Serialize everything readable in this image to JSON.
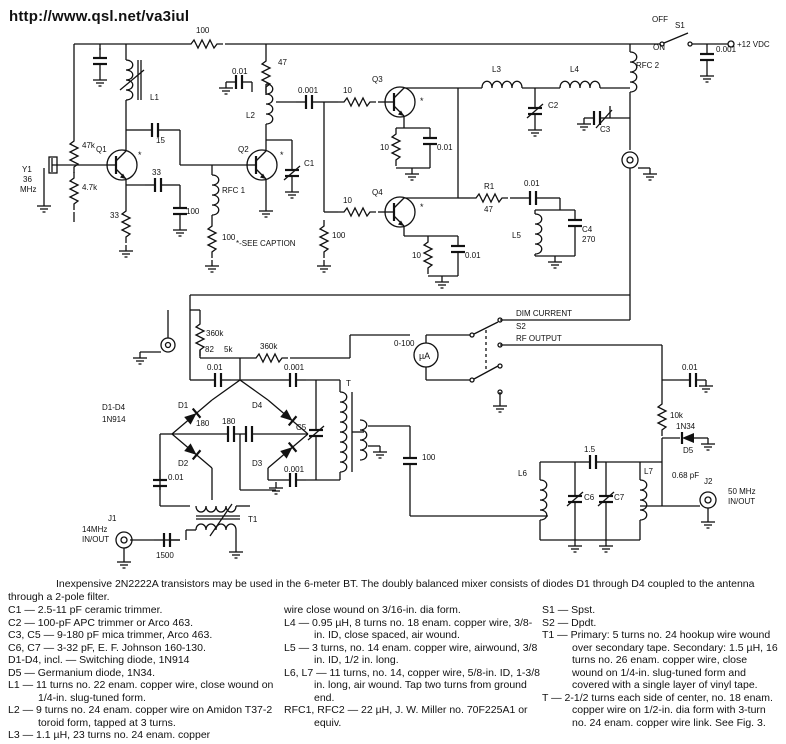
{
  "url": "http://www.qsl.net/va3iul",
  "labels": {
    "off": "OFF",
    "on": "ON",
    "s1": "S1",
    "v12": "+12 VDC",
    "c001a": "0.001",
    "r100top": "100",
    "r47top": "47",
    "c001b": "0.01",
    "l1": "L1",
    "l2": "L2",
    "c15": "15",
    "r47k": "47k",
    "r47k2": "4.7k",
    "y1": "Y1",
    "mhz36": "36",
    "mhz": "MHz",
    "q1": "Q1",
    "q2": "Q2",
    "c33": "33",
    "r33": "33",
    "rfc1": "RFC 1",
    "c100a": "100",
    "r100b": "100",
    "c1": "C1",
    "seecap": "*-SEE CAPTION",
    "c0001c": "0.001",
    "r10a": "10",
    "q3": "Q3",
    "r10b": "10",
    "c001c": "0.01",
    "q4": "Q4",
    "r10c": "10",
    "r100c": "100",
    "r10d": "10",
    "c001d": "0.01",
    "r1": "R1",
    "r47b": "47",
    "c001e": "0.01",
    "l5": "L5",
    "c4": "C4",
    "c270": "270",
    "l3": "L3",
    "l4": "L4",
    "c2": "C2",
    "c3": "C3",
    "rfc2": "RFC 2",
    "star": "*",
    "dimcurrent": "DIM CURRENT",
    "s2": "S2",
    "rfoutput": "RF OUTPUT",
    "r360k": "360k",
    "r82": "82",
    "r5k": "5k",
    "r360k2": "360k",
    "ma": "0-100",
    "mua": "µA",
    "c001f": "0.01",
    "c001g": "0.01",
    "c0001h": "0.001",
    "d1d4": "D1-D4",
    "in914": "1N914",
    "d1": "D1",
    "d4": "D4",
    "d2": "D2",
    "d3": "D3",
    "c180a": "180",
    "c180b": "180",
    "c5": "C5",
    "t": "T",
    "c100b": "100",
    "c001i": "0.01",
    "c0001j": "0.001",
    "t1": "T1",
    "j1": "J1",
    "mhz14": "14MHz",
    "inout": "IN/OUT",
    "c1500": "1500",
    "r10k": "10k",
    "in34": "1N34",
    "d5": "D5",
    "c001k": "0.01",
    "c15b": "1.5",
    "l6": "L6",
    "c6": "C6",
    "c7": "C7",
    "l7": "L7",
    "c068": "0.68 pF",
    "j2": "J2",
    "mhz50": "50 MHz",
    "inout2": "IN/OUT"
  },
  "caption": {
    "lead": "Inexpensive 2N2222A transistors may be used in the 6-meter BT. The doubly balanced mixer consists of diodes D1 through D4 coupled to the antenna through a 2-pole filter.",
    "col1": [
      "C1 — 2.5-11 pF ceramic trimmer.",
      "C2 — 100-pF APC trimmer or Arco 463.",
      "C3, C5 — 9-180 pF mica trimmer, Arco 463.",
      "C6, C7 — 3-32 pF, E. F. Johnson 160-130.",
      "D1-D4, incl. — Switching diode, 1N914",
      "D5 — Germanium diode, 1N34.",
      "L1 — 11 turns no. 22 enam. copper wire, close wound on 1/4-in. slug-tuned form.",
      "L2 — 9 turns no. 24 enam. copper wire on Amidon T37-2 toroid form, tapped at 3 turns.",
      "L3 — 1.1 µH, 23 turns no. 24 enam. copper"
    ],
    "col2": [
      "wire close wound on 3/16-in. dia form.",
      "L4 — 0.95 µH, 8 turns no. 18 enam. copper wire, 3/8-in. ID, close spaced, air wound.",
      "L5 — 3 turns, no. 14 enam. copper wire, airwound, 3/8 in. ID, 1/2 in. long.",
      "L6, L7 — 11 turns, no. 14, copper wire, 5/8-in. ID, 1-3/8 in. long, air wound. Tap two turns from ground end.",
      "RFC1, RFC2 — 22 µH, J. W. Miller no. 70F225A1 or equiv."
    ],
    "col3": [
      "S1 — Spst.",
      "S2 — Dpdt.",
      "T1 — Primary: 5 turns no. 24 hookup wire wound over secondary tape. Secondary: 1.5 µH, 16 turns no. 26 enam. copper wire, close wound on 1/4-in. slug-tuned form and covered with a single layer of vinyl tape.",
      "T — 2-1/2 turns each side of center, no. 18 enam. copper wire on 1/2-in. dia form with 3-turn no. 24 enam. copper wire link. See Fig. 3."
    ]
  }
}
